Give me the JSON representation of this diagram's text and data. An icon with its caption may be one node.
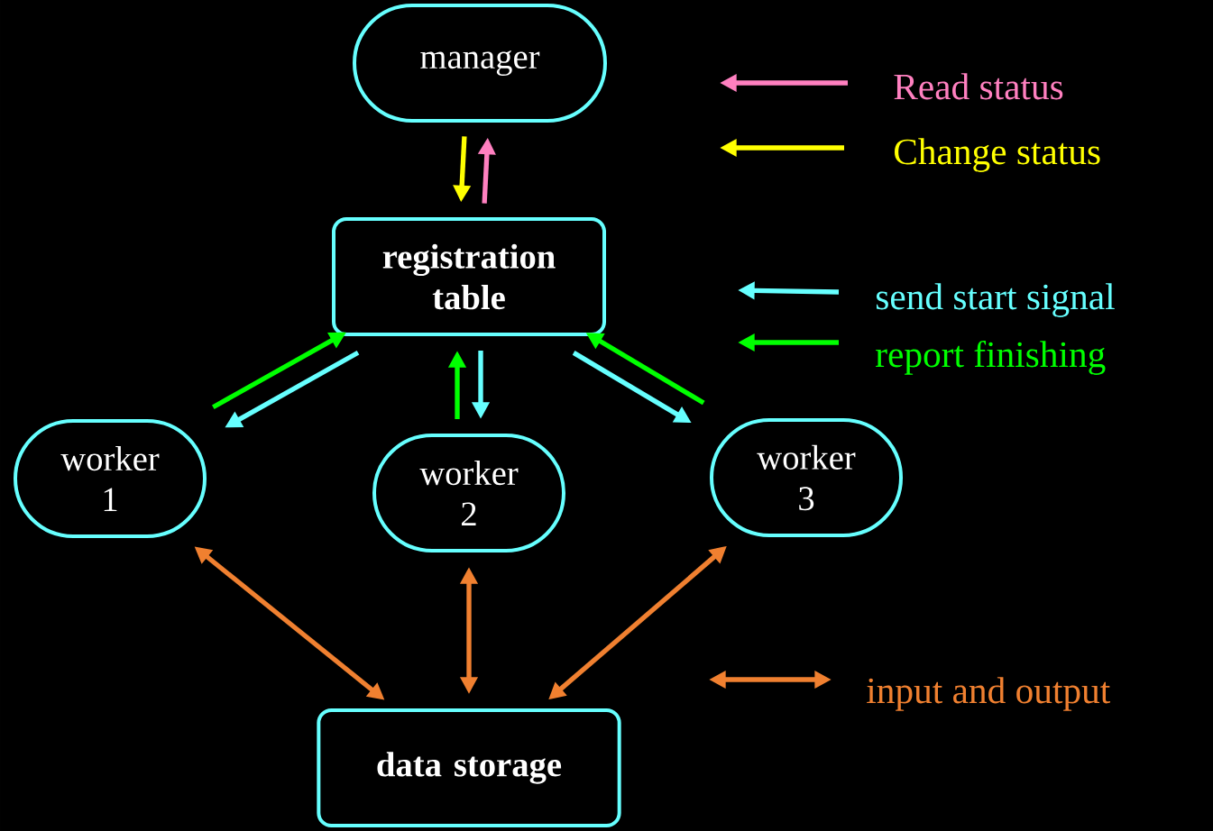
{
  "diagram": {
    "nodes": [
      {
        "text": [
          "manager"
        ]
      },
      {
        "text": [
          "registration table"
        ]
      },
      {
        "text": [
          "worker 1"
        ]
      },
      {
        "text": [
          "worker 2"
        ]
      },
      {
        "text": [
          "worker 3"
        ]
      },
      {
        "text": [
          "data storage"
        ]
      }
    ],
    "edges": [
      {
        "from": 0,
        "to": 1,
        "arrow": "to",
        "color": "#ffff00"
      },
      {
        "from": 1,
        "to": 0,
        "arrow": "to",
        "color": "#ff80c0"
      },
      {
        "from": 2,
        "to": 1,
        "arrow": "to",
        "color": "#00ff00"
      },
      {
        "from": 1,
        "to": 2,
        "arrow": "to",
        "color": "#66ffff"
      },
      {
        "from": 3,
        "to": 1,
        "arrow": "to",
        "color": "#00ff00"
      },
      {
        "from": 1,
        "to": 3,
        "arrow": "to",
        "color": "#66ffff"
      },
      {
        "from": 4,
        "to": 1,
        "arrow": "to",
        "color": "#00ff00"
      },
      {
        "from": 1,
        "to": 4,
        "arrow": "to",
        "color": "#66ffff"
      },
      {
        "from": 2,
        "to": 5,
        "arrow": "both",
        "color": "#f08030"
      },
      {
        "from": 3,
        "to": 5,
        "arrow": "both",
        "color": "#f08030"
      },
      {
        "from": 4,
        "to": 5,
        "arrow": "both",
        "color": "#f08030"
      }
    ],
    "legend": [
      {
        "text": "Read status",
        "color": "#ff80c0"
      },
      {
        "text": "Change status",
        "color": "#ffff00"
      },
      {
        "text": "send start signal",
        "color": "#66ffff"
      },
      {
        "text": "report finishing",
        "color": "#00ff00"
      },
      {
        "text": "input and output",
        "color": "#f08030"
      }
    ]
  }
}
